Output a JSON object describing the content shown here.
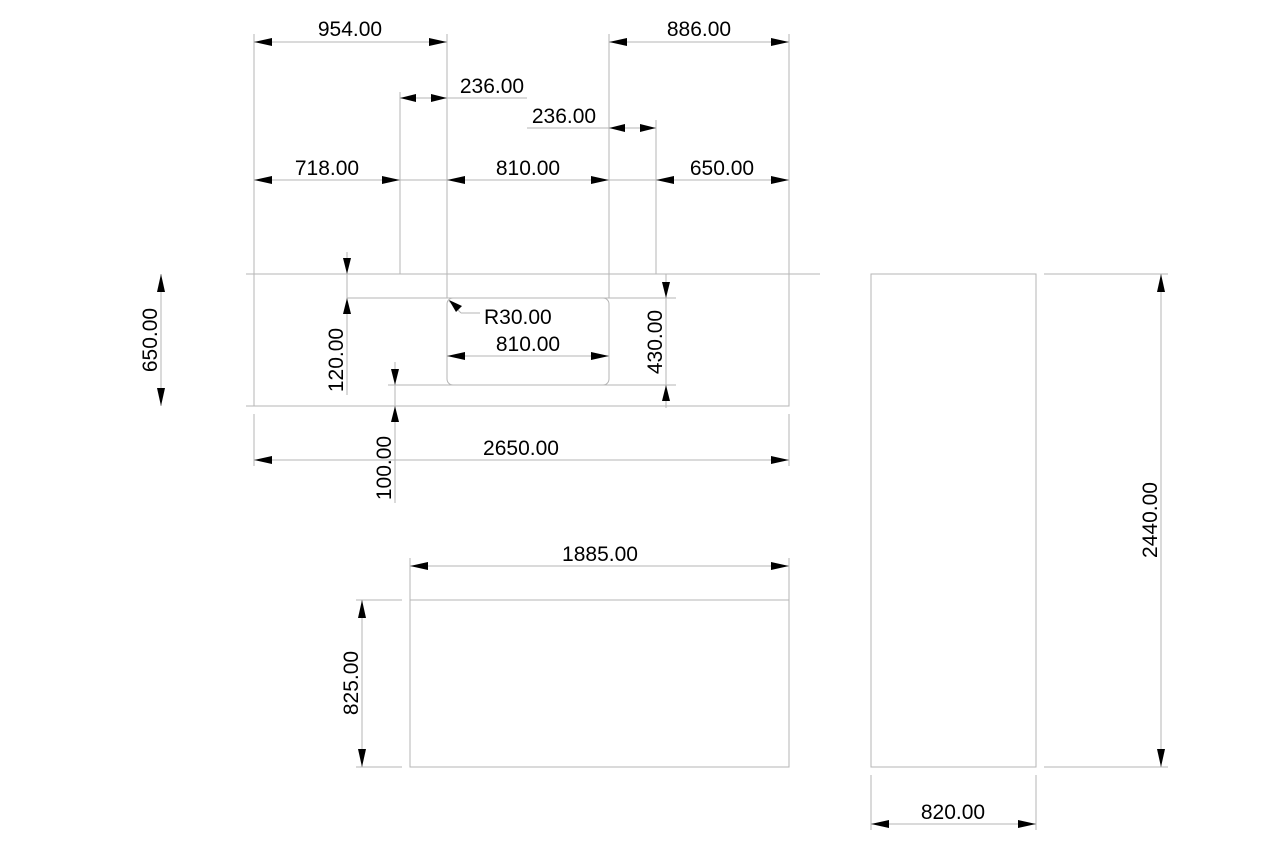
{
  "drawing": {
    "top_view": {
      "overall_width": "2650.00",
      "depth": "650.00",
      "left_to_opening": "954.00",
      "right_to_opening": "886.00",
      "left_segment": "718.00",
      "middle_segment": "810.00",
      "right_segment": "650.00",
      "offset_left": "236.00",
      "offset_right": "236.00",
      "cutout_width": "810.00",
      "cutout_radius": "R30.00",
      "cutout_front_offset": "120.00",
      "cutout_depth": "430.00",
      "back_offset": "100.00"
    },
    "bottom_panel": {
      "width": "1885.00",
      "height": "825.00"
    },
    "side_panel": {
      "width": "820.00",
      "height": "2440.00"
    }
  }
}
